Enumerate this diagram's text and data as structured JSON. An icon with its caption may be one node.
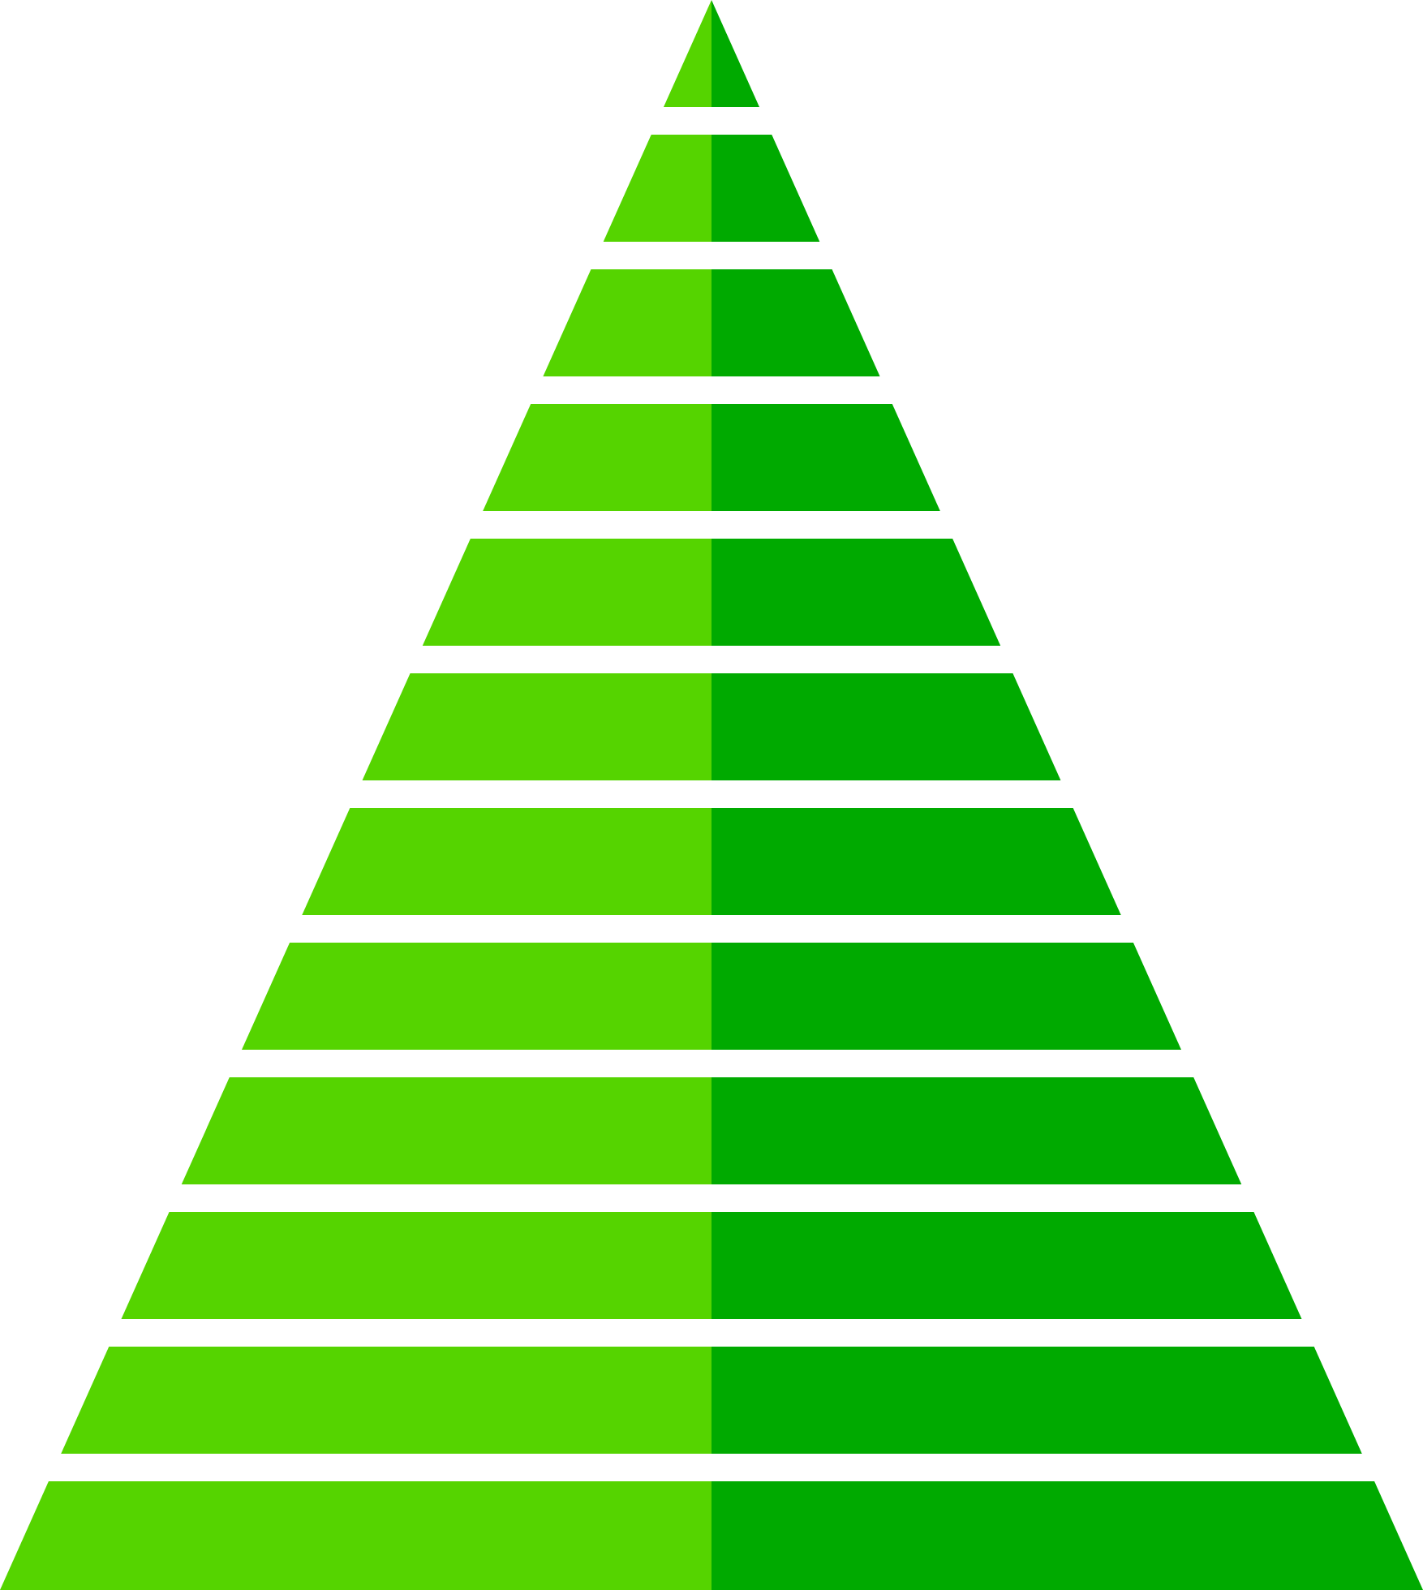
{
  "diagram": {
    "nodes": [
      {
        "text": [],
        "shape": "triangle"
      },
      {
        "text": [],
        "shape": "trapezoid"
      },
      {
        "text": [],
        "shape": "trapezoid"
      },
      {
        "text": [],
        "shape": "trapezoid"
      },
      {
        "text": [],
        "shape": "trapezoid"
      },
      {
        "text": [],
        "shape": "trapezoid"
      },
      {
        "text": [],
        "shape": "trapezoid"
      },
      {
        "text": [],
        "shape": "trapezoid"
      },
      {
        "text": [],
        "shape": "trapezoid"
      },
      {
        "text": [],
        "shape": "trapezoid"
      },
      {
        "text": [],
        "shape": "trapezoid"
      },
      {
        "text": [],
        "shape": "trapezoid"
      }
    ]
  }
}
